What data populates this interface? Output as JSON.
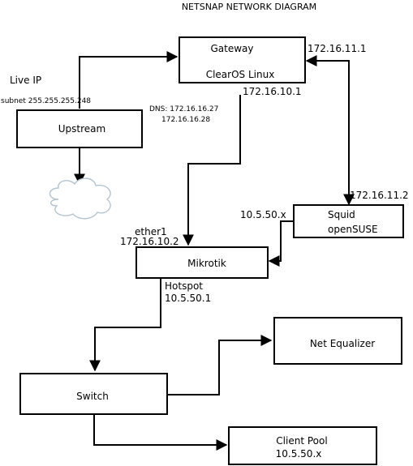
{
  "title": "NETSNAP NETWORK DIAGRAM",
  "nodes": {
    "gateway": {
      "line1": "Gateway",
      "line2": "ClearOS Linux"
    },
    "upstream": {
      "label": "Upstream"
    },
    "squid": {
      "line1": "Squid",
      "line2": "openSUSE"
    },
    "mikrotik": {
      "label": "Mikrotik"
    },
    "net_equalizer": {
      "label": "Net Equalizer"
    },
    "switch": {
      "label": "Switch"
    },
    "client_pool": {
      "line1": "Client Pool",
      "line2": "10.5.50.x"
    }
  },
  "labels": {
    "live_ip": "Live IP",
    "subnet": "subnet 255.255.255.248",
    "dns_1": "DNS: 172.16.16.27",
    "dns_2": "172.16.16.28",
    "gw_ip_right": "172.16.11.1",
    "gw_ip_bottom": "172.16.10.1",
    "squid_ip_top": "172.16.11.2",
    "squid_ip_left": "10.5.50.x",
    "ether1": "ether1",
    "mikrotik_ip": "172.16.10.2",
    "hotspot": "Hotspot",
    "hotspot_ip": "10.5.50.1"
  }
}
